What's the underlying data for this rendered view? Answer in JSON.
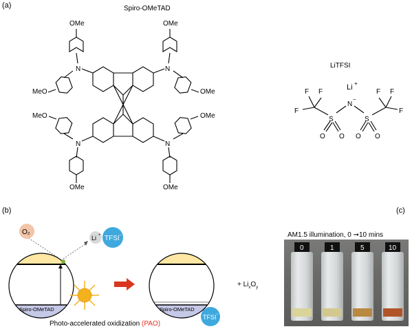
{
  "panel_a": {
    "label": "(a)",
    "spiro_title": "Spiro-OMeTAD",
    "ome_labels": [
      "OMe",
      "OMe",
      "MeO",
      "OMe",
      "MeO",
      "OMe",
      "OMe",
      "OMe"
    ],
    "n_label": "N",
    "litfsi_title": "LiTFSI",
    "li_label": "Li",
    "li_charge": "+",
    "f_label": "F",
    "s_label": "S",
    "o_label": "O",
    "n_minus_label": "N",
    "n_minus_charge": "−"
  },
  "panel_b": {
    "label": "(b)",
    "o2": "O₂",
    "li": "Li",
    "li_charge": "+",
    "tfsi": "TFSI",
    "tfsi_charge": "−",
    "spiro_label": "Spiro-OMeTAD",
    "pao_caption_prefix": "Photo-accelerated oxidization ",
    "pao_caption_abbr": "(PAO)",
    "product_plus": "+ Li",
    "product_sub_x": "x",
    "product_o": "O",
    "product_sub_y": "y"
  },
  "panel_c": {
    "label": "(c)",
    "caption_prefix": "AM1.5 illumination, 0",
    "caption_suffix": "10 mins",
    "vial_labels": [
      "0",
      "1",
      "5",
      "10"
    ]
  },
  "colors": {
    "homo_band": "#c5c8e6",
    "lumo_band": "#fde7a3",
    "o2_circle": "#f2c4a8",
    "li_circle": "#d9d9d9",
    "tfsi_circle": "#3fa9de",
    "red_arrow": "#d9361f",
    "pao_red": "#e63222",
    "sun": "#f3b21c"
  }
}
